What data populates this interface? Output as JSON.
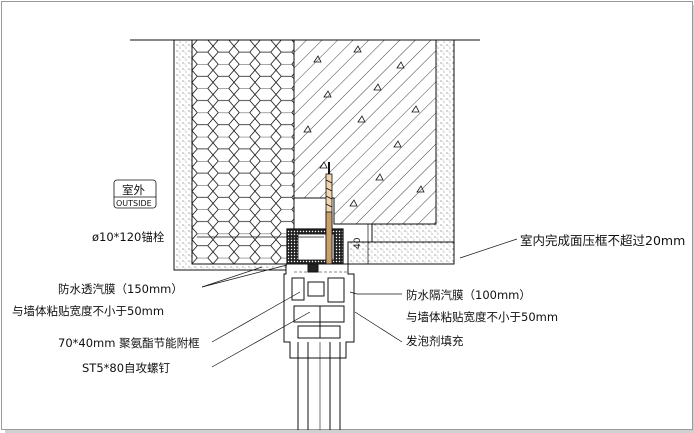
{
  "labels": {
    "outside_cn": "室外",
    "outside_en": "OUTSIDE",
    "anchor": "ø10*120锚栓",
    "interior_frame": "室内完成面压框不超过20mm",
    "waterproof_membrane": "防水透汽膜（150mm）",
    "wall_bond_left": "与墙体粘贴宽度不小于50mm",
    "sub_frame": "70*40mm 聚氨酯节能附框",
    "screw": "ST5*80自攻螺钉",
    "vapor_barrier": "防水隔汽膜（100mm）",
    "wall_bond_right": "与墙体粘贴宽度不小于50mm",
    "foam": "发泡剂填充",
    "dimension": "40"
  },
  "colors": {
    "ink": "#111111",
    "anchor_accent": "#c8a06a",
    "frame_border": "#9a9a9a"
  }
}
